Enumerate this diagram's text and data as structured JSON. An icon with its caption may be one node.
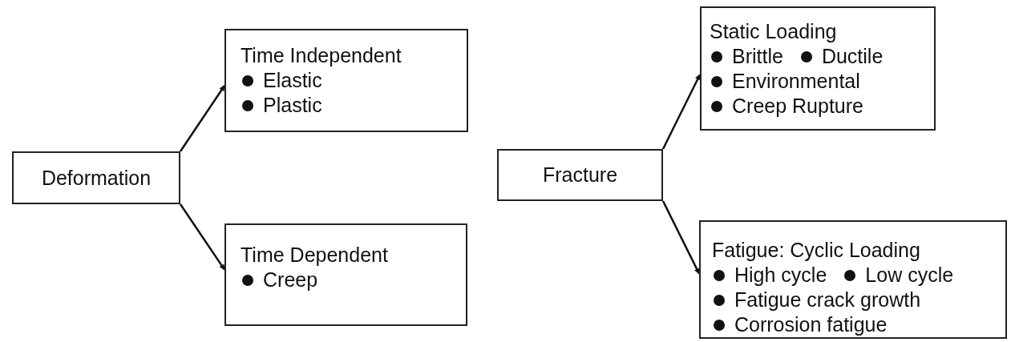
{
  "diagram": {
    "nodes": [
      {
        "text": [
          "Deformation"
        ]
      },
      {
        "text": [
          "Time Independent",
          "Elastic",
          "Plastic"
        ]
      },
      {
        "text": [
          "Time Dependent",
          "Creep"
        ]
      },
      {
        "text": [
          "Fracture"
        ]
      },
      {
        "text": [
          "Static Loading",
          "Brittle",
          "Ductile",
          "Environmental",
          "Creep Rupture"
        ]
      },
      {
        "text": [
          "Fatigue: Cyclic Loading",
          "High cycle",
          "Low cycle",
          "Fatigue crack growth",
          "Corrosion fatigue"
        ]
      }
    ],
    "edges": [
      {
        "from": 0,
        "to": 1,
        "arrow": "to"
      },
      {
        "from": 0,
        "to": 2,
        "arrow": "to"
      },
      {
        "from": 3,
        "to": 4,
        "arrow": "to"
      },
      {
        "from": 3,
        "to": 5,
        "arrow": "to"
      }
    ]
  }
}
